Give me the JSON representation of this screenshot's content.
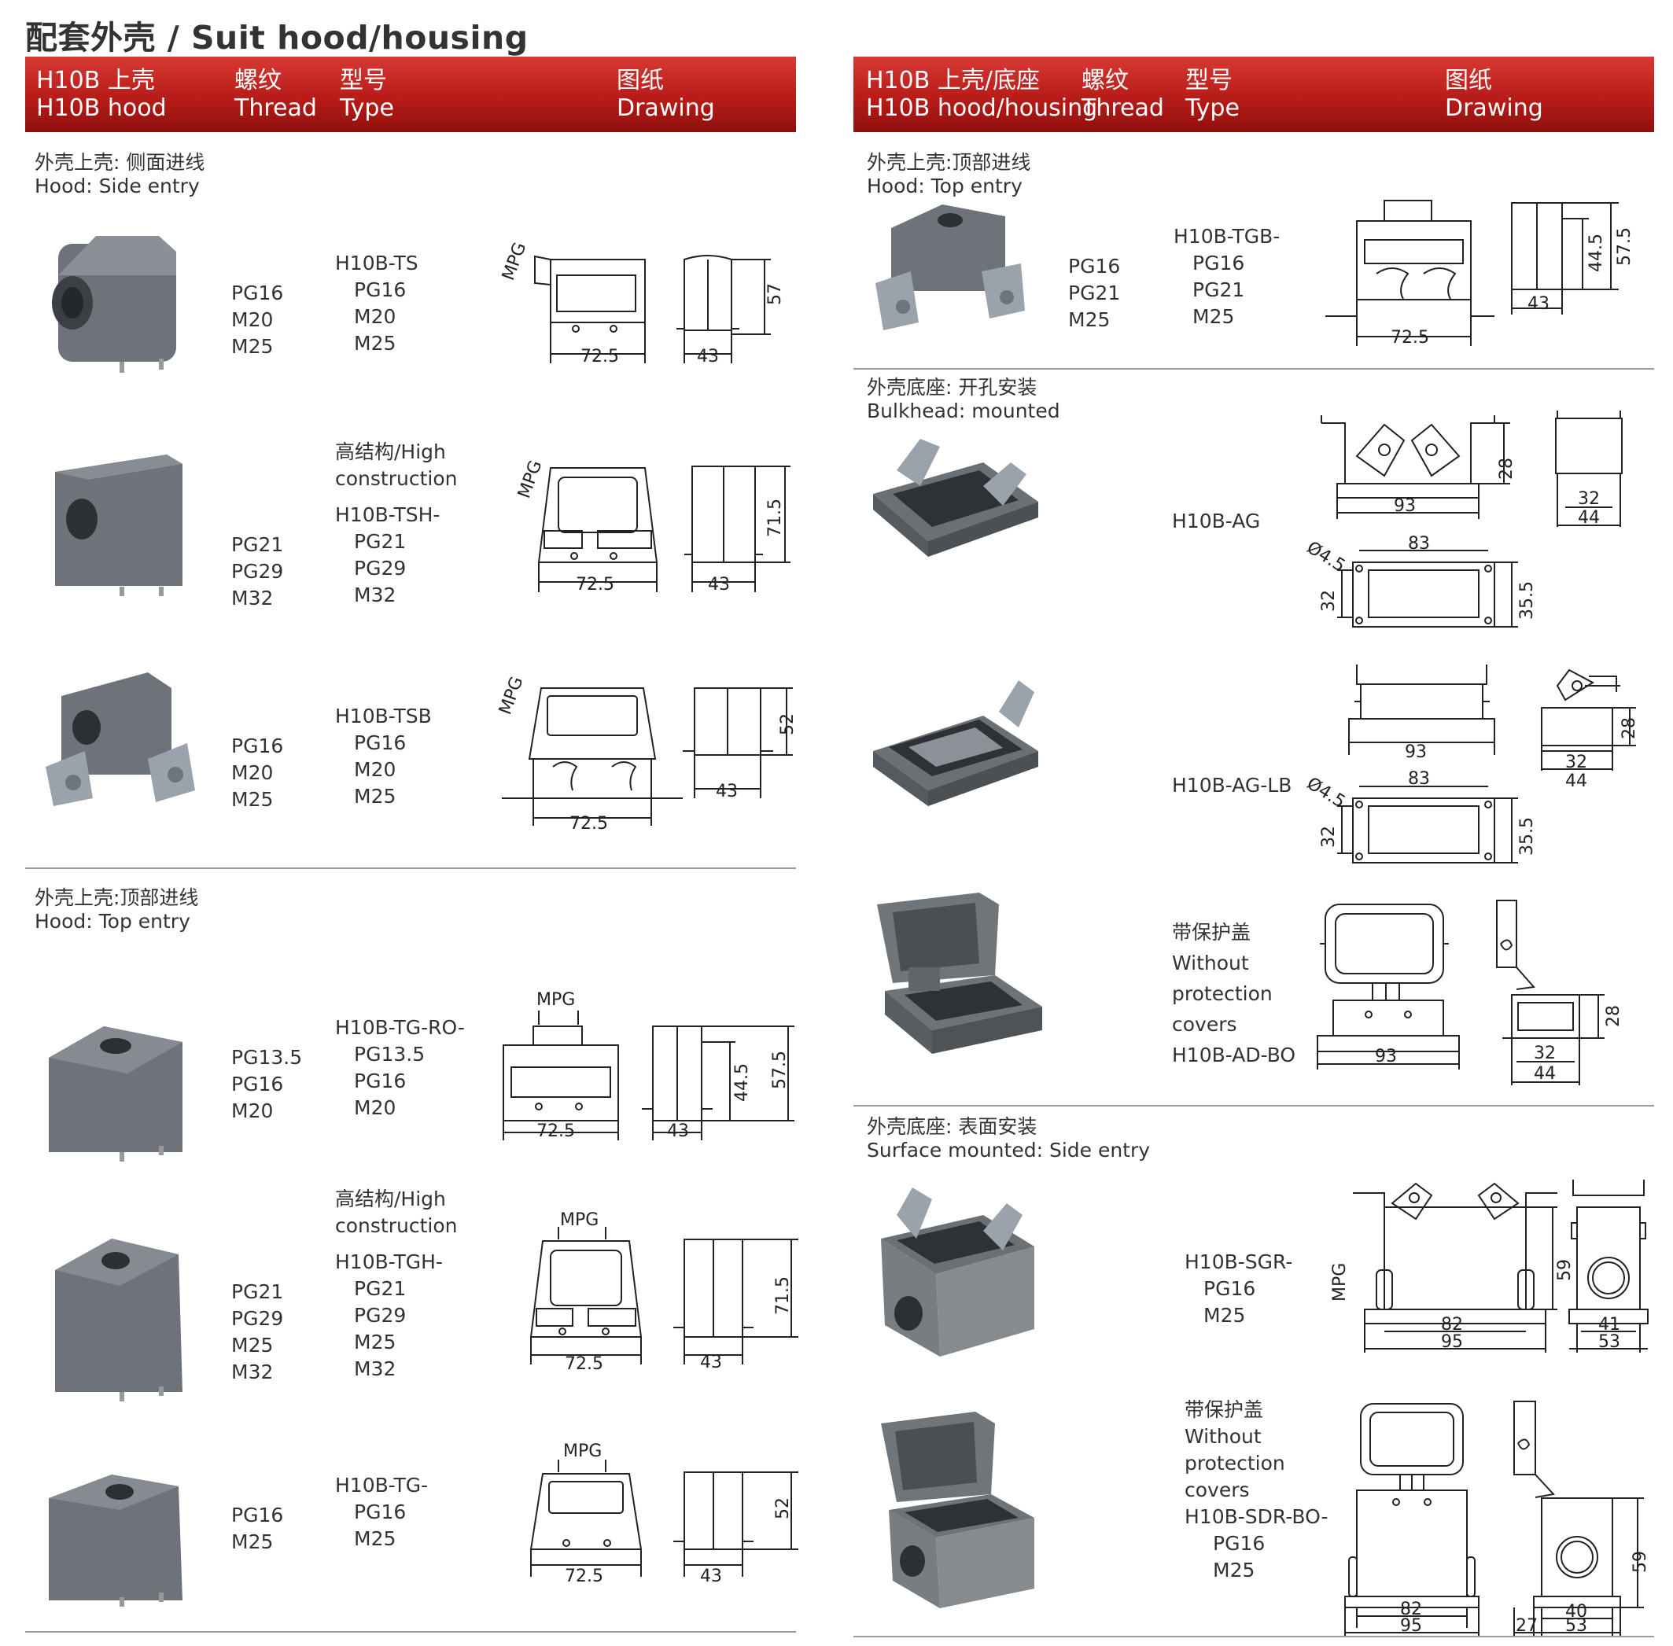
{
  "title": "配套外壳 / Suit hood/housing",
  "left_header": {
    "col1_cn": "H10B 上壳",
    "col1_en": "H10B hood",
    "col2_cn": "螺纹",
    "col2_en": "Thread",
    "col3_cn": "型号",
    "col3_en": "Type",
    "col4_cn": "图纸",
    "col4_en": "Drawing"
  },
  "right_header": {
    "col1_cn": "H10B 上壳/底座",
    "col1_en": "H10B hood/housing",
    "col2_cn": "螺纹",
    "col2_en": "Thread",
    "col3_cn": "型号",
    "col3_en": "Type",
    "col4_cn": "图纸",
    "col4_en": "Drawing"
  },
  "sections": {
    "side_entry": {
      "cn": "外壳上壳: 侧面进线",
      "en": "Hood: Side entry"
    },
    "top_entry_left": {
      "cn": "外壳上壳:顶部进线",
      "en": "Hood: Top entry"
    },
    "top_entry_right": {
      "cn": "外壳上壳:顶部进线",
      "en": "Hood: Top entry"
    },
    "bulkhead": {
      "cn": "外壳底座: 开孔安装",
      "en": "Bulkhead: mounted"
    },
    "surface": {
      "cn": "外壳底座: 表面安装",
      "en": "Surface mounted: Side entry"
    }
  },
  "products": {
    "ts": {
      "type": "H10B-TS",
      "threads": [
        "PG16",
        "M20",
        "M25"
      ],
      "type_threads": [
        "PG16",
        "M20",
        "M25"
      ],
      "dims": {
        "mpg": "MPG",
        "w": "72.5",
        "d": "43",
        "h": "57"
      }
    },
    "tsh": {
      "note1": "高结构/High",
      "note2": "construction",
      "type": "H10B-TSH-",
      "threads": [
        "PG21",
        "PG29",
        "M32"
      ],
      "type_threads": [
        "PG21",
        "PG29",
        "M32"
      ],
      "dims": {
        "mpg": "MPG",
        "w": "72.5",
        "d": "43",
        "h": "71.5"
      }
    },
    "tsb": {
      "type": "H10B-TSB",
      "threads": [
        "PG16",
        "M20",
        "M25"
      ],
      "type_threads": [
        "PG16",
        "M20",
        "M25"
      ],
      "dims": {
        "mpg": "MPG",
        "w": "72.5",
        "d": "43",
        "h": "52"
      }
    },
    "tg_ro": {
      "type": "H10B-TG-RO-",
      "threads": [
        "PG13.5",
        "PG16",
        "M20"
      ],
      "type_threads": [
        "PG13.5",
        "PG16",
        "M20"
      ],
      "dims": {
        "mpg": "MPG",
        "w": "72.5",
        "d": "43",
        "h1": "44.5",
        "h2": "57.5"
      }
    },
    "tgh": {
      "note1": "高结构/High",
      "note2": "construction",
      "type": "H10B-TGH-",
      "threads": [
        "PG21",
        "PG29",
        "M25",
        "M32"
      ],
      "type_threads": [
        "PG21",
        "PG29",
        "M25",
        "M32"
      ],
      "dims": {
        "mpg": "MPG",
        "w": "72.5",
        "d": "43",
        "h": "71.5"
      }
    },
    "tg": {
      "type": "H10B-TG-",
      "threads": [
        "PG16",
        "M25"
      ],
      "type_threads": [
        "PG16",
        "M25"
      ],
      "dims": {
        "mpg": "MPG",
        "w": "72.5",
        "d": "43",
        "h": "52"
      }
    },
    "tgb": {
      "type": "H10B-TGB-",
      "threads": [
        "PG16",
        "PG21",
        "M25"
      ],
      "type_threads": [
        "PG16",
        "PG21",
        "M25"
      ],
      "dims": {
        "w": "72.5",
        "d": "43",
        "h1": "44.5",
        "h2": "57.5"
      }
    },
    "ag": {
      "type": "H10B-AG",
      "dims": {
        "w": "93",
        "h": "28",
        "d1": "32",
        "d2": "44",
        "cw": "83",
        "hole": "Ø4.5",
        "ch": "32",
        "ph": "35.5"
      }
    },
    "ag_lb": {
      "type": "H10B-AG-LB",
      "dims": {
        "w": "93",
        "h": "28",
        "d1": "32",
        "d2": "44",
        "cw": "83",
        "hole": "Ø4.5",
        "ch": "32",
        "ph": "35.5"
      }
    },
    "ad_bo": {
      "note1": "带保护盖",
      "note2": "Without",
      "note3": "protection",
      "note4": "covers",
      "type": "H10B-AD-BO",
      "dims": {
        "w": "93",
        "h": "28",
        "d1": "32",
        "d2": "44"
      }
    },
    "sgr": {
      "type": "H10B-SGR-",
      "type_threads": [
        "PG16",
        "M25"
      ],
      "dims": {
        "mpg": "MPG",
        "w1": "82",
        "w2": "95",
        "h": "59",
        "d1": "41",
        "d2": "53"
      }
    },
    "sdr_bo": {
      "note1": "带保护盖",
      "note2": "Without",
      "note3": "protection",
      "note4": "covers",
      "type": "H10B-SDR-BO-",
      "type_threads": [
        "PG16",
        "M25"
      ],
      "dims": {
        "w1": "82",
        "w2": "95",
        "h": "59",
        "d0": "27",
        "d1": "40",
        "d2": "53"
      }
    }
  },
  "colors": {
    "header_red": "#c0211d",
    "housing_gray": "#6d7278",
    "rule_gray": "#9a9a9a"
  }
}
